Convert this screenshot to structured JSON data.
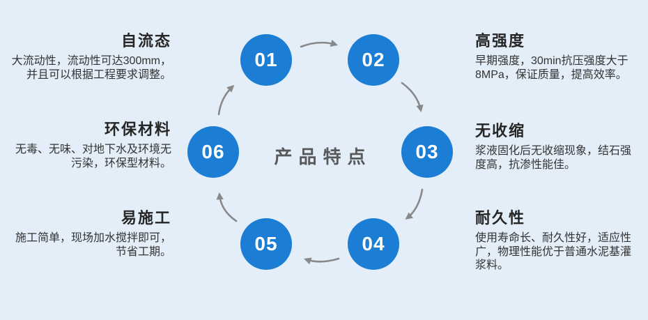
{
  "page": {
    "title": "产品特点",
    "background_color": "#e3eef9",
    "circle_color": "#1b7dd3",
    "arrow_color": "#898989",
    "diagram_type": "circular-cycle"
  },
  "features": [
    {
      "number": "01",
      "title": "自流态",
      "description": "大流动性，流动性可达300mm，\n并且可以根据工程要求调整。"
    },
    {
      "number": "02",
      "title": "高强度",
      "description": "早期强度，30min抗压强度大于\n8MPa，保证质量，提高效率。"
    },
    {
      "number": "03",
      "title": "无收缩",
      "description": "浆液固化后无收缩现象，结石强\n度高，抗渗性能佳。"
    },
    {
      "number": "04",
      "title": "耐久性",
      "description": "使用寿命长、耐久性好，适应性\n广，物理性能优于普通水泥基灌\n浆料。"
    },
    {
      "number": "05",
      "title": "易施工",
      "description": "施工简单，现场加水搅拌即可，\n节省工期。"
    },
    {
      "number": "06",
      "title": "环保材料",
      "description": "无毒、无味、对地下水及环境无\n污染，环保型材料。"
    }
  ]
}
